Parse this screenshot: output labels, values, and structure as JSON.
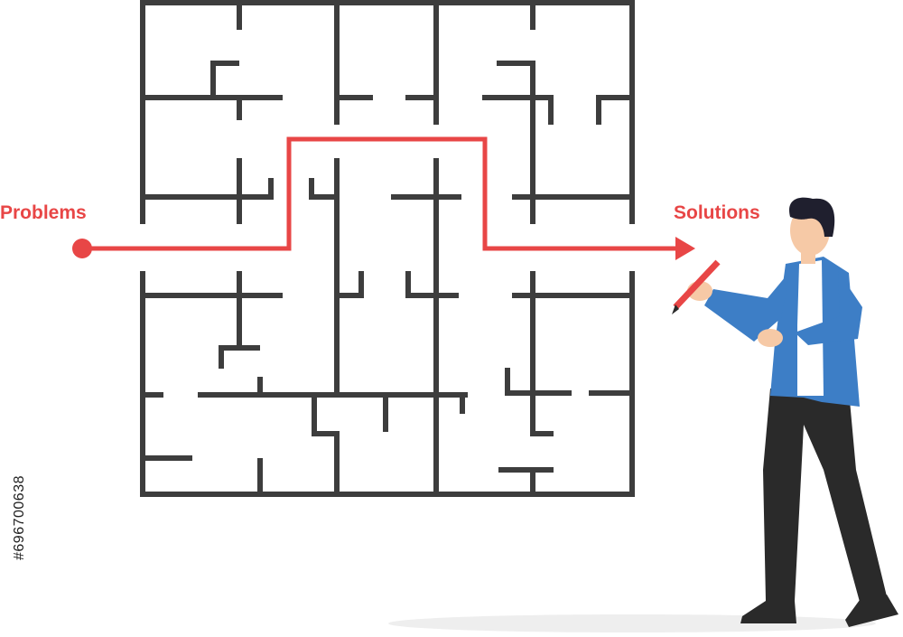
{
  "labels": {
    "start": "Problems",
    "end": "Solutions"
  },
  "watermark_id": "#696700638",
  "colors": {
    "maze_wall": "#3d3d3d",
    "path": "#e84646",
    "label_text": "#e84646",
    "jacket": "#3d7ec6",
    "shirt": "#ffffff",
    "trousers": "#2a2a2a",
    "hair": "#1f1f2e",
    "skin": "#f6c9a6",
    "shadow": "#eeeeee"
  },
  "icons": {
    "person": "businessman-icon",
    "pencil": "pencil-icon",
    "arrow": "arrow-right-icon"
  }
}
